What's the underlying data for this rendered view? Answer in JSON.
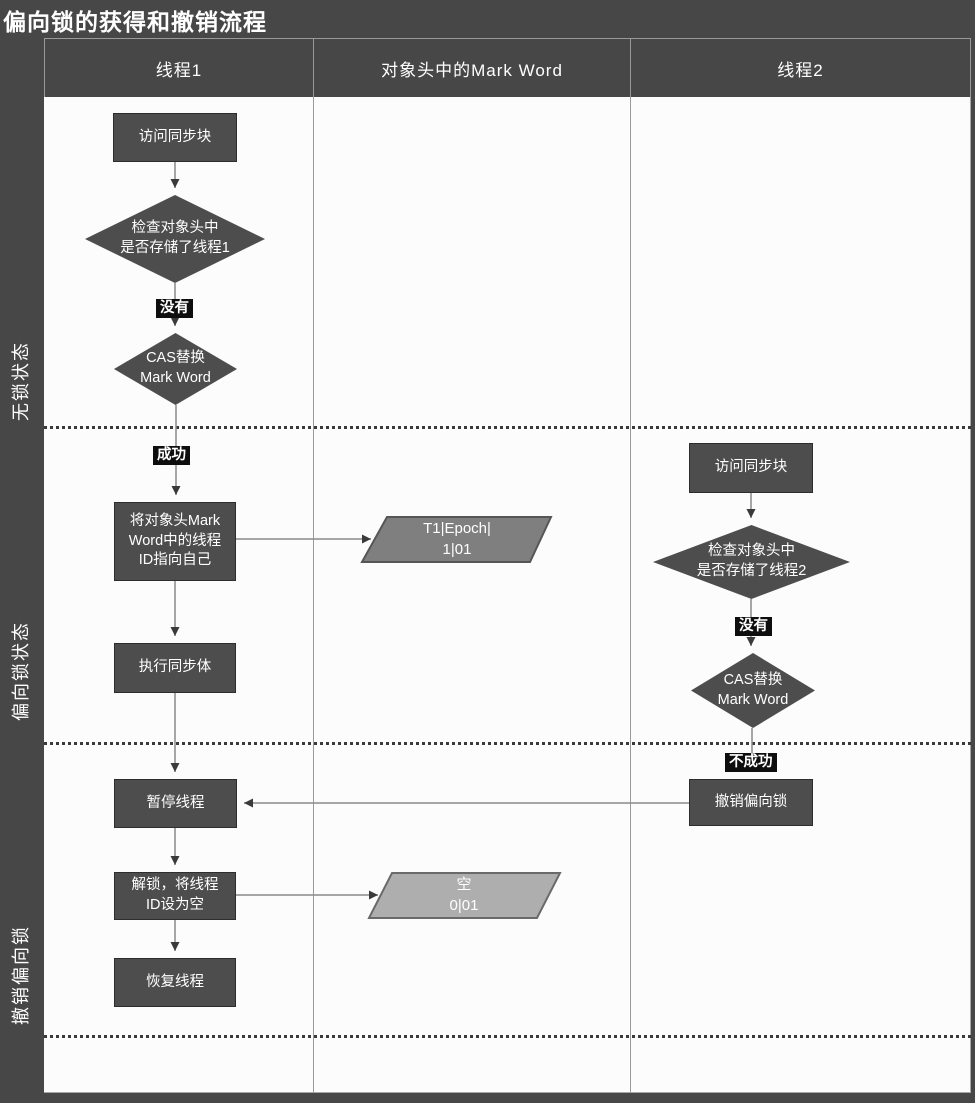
{
  "title": "偏向锁的获得和撤销流程",
  "lanes": {
    "thread1": "线程1",
    "markword": "对象头中的Mark Word",
    "thread2": "线程2"
  },
  "phases": {
    "p1": "无锁状态",
    "p2": "偏向锁状态",
    "p3": "撤销偏向锁"
  },
  "thread1": {
    "access": "访问同步块",
    "check": "检查对象头中\n是否存储了线程1",
    "no": "没有",
    "cas": "CAS替换\nMark Word",
    "success": "成功",
    "set_owner": "将对象头Mark\nWord中的线程\nID指向自己",
    "execute": "执行同步体",
    "pause": "暂停线程",
    "unlock": "解锁，将线程\nID设为空",
    "resume": "恢复线程"
  },
  "markword": {
    "biased_record": "T1|Epoch|\n1|01",
    "empty_record": "空\n0|01"
  },
  "thread2": {
    "access": "访问同步块",
    "check": "检查对象头中\n是否存储了线程2",
    "no": "没有",
    "cas": "CAS替换\nMark Word",
    "fail": "不成功",
    "revoke": "撤销偏向锁"
  },
  "colors": {
    "background": "#474747",
    "lane_body": "#fcfcfc",
    "node_fill": "#4d4d4d",
    "node_border": "#2d2d2d",
    "biased_record_fill": "#7f7f7f",
    "empty_record_fill": "#aeaeae",
    "edge_label_bg": "#0e0e0e",
    "connector": "#8a8a8a",
    "arrowhead": "#3a3a3a",
    "text": "#ffffff",
    "grid_line": "#9a9a9a",
    "phase_separator": "#3a3a3a"
  }
}
